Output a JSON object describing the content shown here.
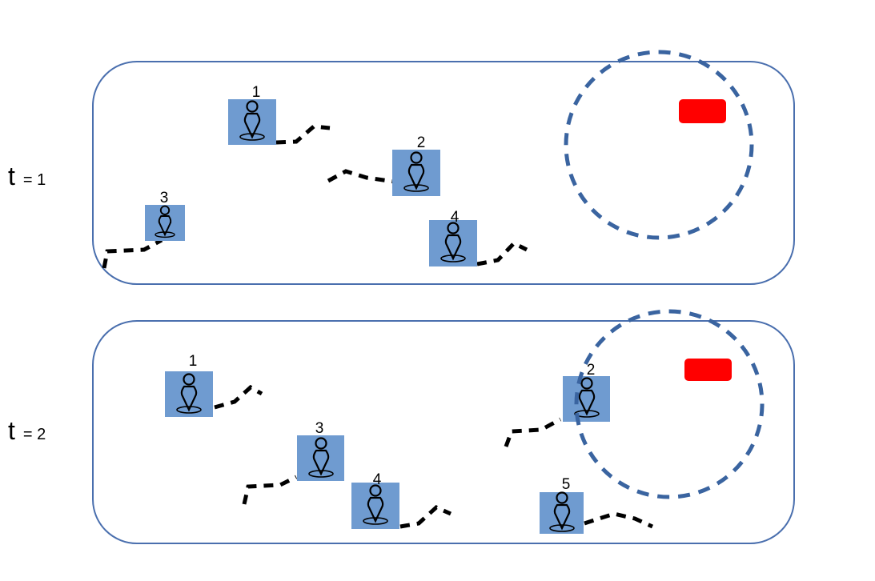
{
  "panels": [
    {
      "id": "t1",
      "time_label": {
        "t": "t",
        "rest": "= 1"
      },
      "agents": [
        {
          "label": "1"
        },
        {
          "label": "2"
        },
        {
          "label": "3"
        },
        {
          "label": "4"
        }
      ]
    },
    {
      "id": "t2",
      "time_label": {
        "t": "t",
        "rest": "= 2"
      },
      "agents": [
        {
          "label": "1"
        },
        {
          "label": "2"
        },
        {
          "label": "3"
        },
        {
          "label": "4"
        },
        {
          "label": "5"
        }
      ]
    }
  ],
  "colors": {
    "panel_border": "#4a6fae",
    "agent_fill": "#6f9bd0",
    "agent_outline": "#000000",
    "range_circle": "#3a64a0",
    "target": "#ff0000",
    "trail": "#000000"
  },
  "icons": {
    "agent": "person-pin-icon",
    "target": "red-rectangle-target"
  }
}
